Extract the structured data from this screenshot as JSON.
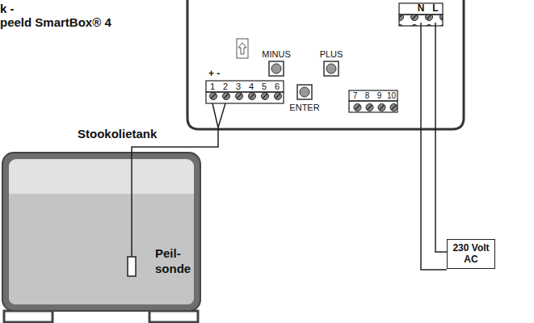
{
  "diagram": {
    "nodes": [
      {
        "text": [
          "230 Volt AC"
        ]
      }
    ],
    "labels": [
      "k -",
      "peeld SmartBox® 4",
      "+ -",
      "1",
      "2",
      "3",
      "4",
      "5",
      "6",
      "MINUS",
      "PLUS",
      "ENTER",
      "7",
      "8",
      "9",
      "10",
      "N",
      "L",
      "Stookolietank",
      "Peil-",
      "sonde"
    ]
  }
}
